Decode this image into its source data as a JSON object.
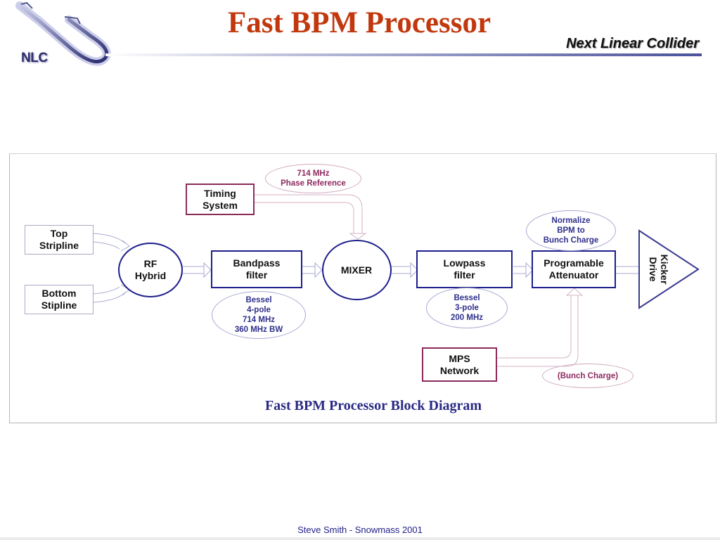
{
  "slide": {
    "title": "Fast BPM Processor",
    "subtitle": "Next Linear Collider",
    "logo_text": "NLC",
    "footer": "Steve Smith  -  Snowmass 2001"
  },
  "diagram": {
    "caption": "Fast BPM Processor Block Diagram",
    "blocks": {
      "top_stripline": "Top\nStripline",
      "bottom_stripline": "Bottom\nStipline",
      "rf_hybrid": "RF\nHybrid",
      "bandpass_filter": "Bandpass\nfilter",
      "mixer": "MIXER",
      "lowpass_filter": "Lowpass\nfilter",
      "programable_attenuator": "Programable\nAttenuator",
      "kicker_drive": "Kicker\nDrive",
      "timing_system": "Timing\nSystem",
      "mps_network": "MPS\nNetwork"
    },
    "notes": {
      "phase_reference": "714 MHz\nPhase Reference",
      "bandpass_spec": "Bessel\n4-pole\n714 MHz\n360 MHz BW",
      "lowpass_spec": "Bessel\n3-pole\n200 MHz",
      "normalize": "Normalize\nBPM to\nBunch Charge",
      "bunch_charge": "(Bunch Charge)"
    },
    "colors": {
      "block_border": "#1e1e8c",
      "control_border": "#8c2a5a",
      "signal_arrow": "#a8abd0",
      "control_arrow": "#d4b2c4",
      "title": "#c2380e",
      "caption": "#2a2a86"
    }
  }
}
